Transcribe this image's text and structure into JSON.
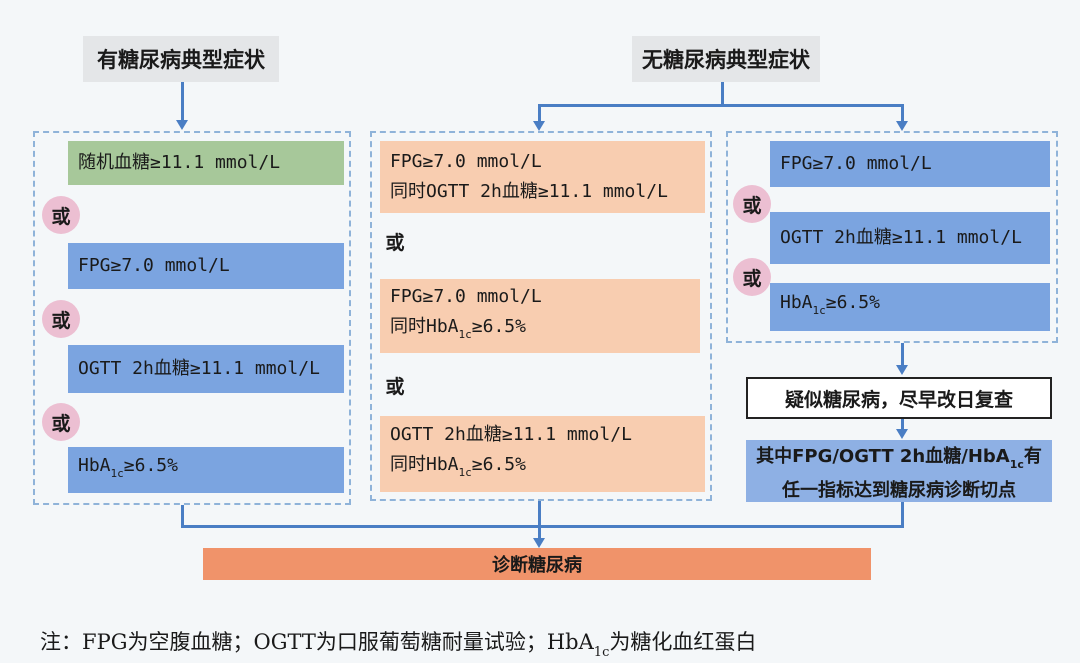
{
  "headers": {
    "symptoms_yes": "有糖尿病典型症状",
    "symptoms_no": "无糖尿病典型症状"
  },
  "or_label": "或",
  "col1": {
    "random": "随机血糖≥11.1 mmol/L",
    "fpg": "FPG≥7.0 mmol/L",
    "ogtt": "OGTT 2h血糖≥11.1 mmol/L",
    "hba_pre": "HbA",
    "hba_sub": "1c",
    "hba_post": "≥6.5%"
  },
  "col2": {
    "b1_l1": "FPG≥7.0 mmol/L",
    "b1_l2": "同时OGTT 2h血糖≥11.1 mmol/L",
    "b2_l1": "FPG≥7.0 mmol/L",
    "b2_l2_pre": "同时HbA",
    "b2_l2_sub": "1c",
    "b2_l2_post": "≥6.5%",
    "b3_l1": "OGTT 2h血糖≥11.1 mmol/L",
    "b3_l2_pre": "同时HbA",
    "b3_l2_sub": "1c",
    "b3_l2_post": "≥6.5%"
  },
  "col3": {
    "fpg": "FPG≥7.0 mmol/L",
    "ogtt": "OGTT 2h血糖≥11.1 mmol/L",
    "hba_pre": "HbA",
    "hba_sub": "1c",
    "hba_post": "≥6.5%"
  },
  "suspect": "疑似糖尿病，尽早改日复查",
  "any": {
    "l1_pre": "其中FPG/OGTT 2h血糖/HbA",
    "l1_sub": "1c",
    "l1_post": "有",
    "l2": "任一指标达到糖尿病诊断切点"
  },
  "diagnosis": "诊断糖尿病",
  "note": {
    "pre": "注：FPG为空腹血糖；OGTT为口服葡萄糖耐量试验；HbA",
    "sub": "1c",
    "post": "为糖化血红蛋白"
  }
}
